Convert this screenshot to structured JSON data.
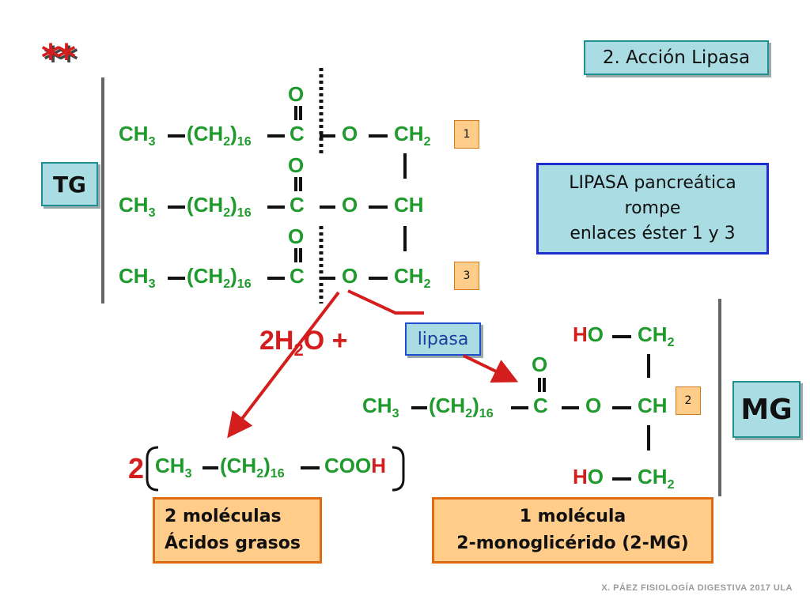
{
  "stars": "**",
  "title": "2. Acción Lipasa",
  "tg_label": "TG",
  "mg_label": "MG",
  "lipase_label": "lipasa",
  "info": {
    "line1": "LIPASA pancreática",
    "line2": "rompe",
    "line3": "enlaces éster 1 y 3"
  },
  "numbers": {
    "pos1": "1",
    "pos2": "2",
    "pos3": "3"
  },
  "chem": {
    "ch3": "CH",
    "ch3_sub": "3",
    "ch2_open": "(CH",
    "ch2_sub": "2",
    "ch2_close": ")",
    "n16": "16",
    "c": "C",
    "o": "O",
    "ch2": "CH",
    "ch": "CH",
    "h": "H",
    "water_prefix": "2H",
    "water_sub": "2",
    "water_suffix": "O +",
    "coefficient": "2",
    "cooh_co": "CO",
    "cooh_o": "O",
    "cooh_h": "H"
  },
  "fatty_acids": {
    "line1": "2 moléculas",
    "line2": "Ácidos grasos"
  },
  "monoglyceride": {
    "line1": "1 molécula",
    "line2": "2-monoglicérido (2-MG)"
  },
  "footer": "X. PÁEZ   FISIOLOGÍA DIGESTIVA 2017  ULA",
  "colors": {
    "green": "#1f9a2c",
    "red": "#d41d1d",
    "teal_box": "#a9dde3",
    "orange_box": "#ffcc8a",
    "blue_border": "#1f2fcf"
  }
}
